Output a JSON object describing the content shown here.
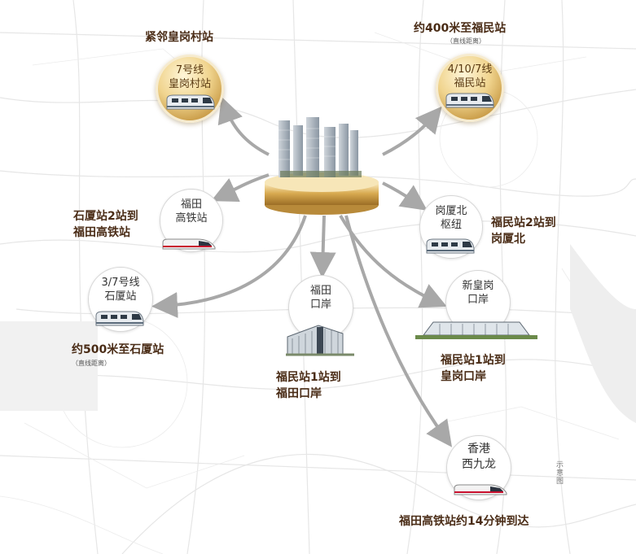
{
  "center": {
    "label": ""
  },
  "nodes": {
    "huanggangcun": {
      "line1": "7号线",
      "line2": "皇岗村站",
      "caption": "紧邻皇岗村站"
    },
    "fumin": {
      "line1": "4/10/7线",
      "line2": "福民站",
      "caption": "约400米至福民站",
      "note": "（直线距离）"
    },
    "futian_hsr": {
      "line1": "福田",
      "line2": "高铁站",
      "caption1": "石厦站2站到",
      "caption2": "福田高铁站"
    },
    "gangxiabei": {
      "line1": "岗厦北",
      "line2": "枢纽",
      "caption1": "福民站2站到",
      "caption2": "岗厦北"
    },
    "shixia": {
      "line1": "3/7号线",
      "line2": "石厦站",
      "caption": "约500米至石厦站",
      "note": "（直线距离）"
    },
    "futian_port": {
      "line1": "福田",
      "line2": "口岸",
      "caption1": "福民站1站到",
      "caption2": "福田口岸"
    },
    "xinhuanggang": {
      "line1": "新皇岗",
      "line2": "口岸",
      "caption1": "福民站1站到",
      "caption2": "皇岗口岸"
    },
    "westkowloon": {
      "line1": "香港",
      "line2": "西九龙",
      "caption": "福田高铁站约14分钟到达"
    }
  },
  "note_vertical": "示意图",
  "colors": {
    "arrow": "#a8a8a8",
    "caption": "#4a2c16",
    "gold": "#d4a94f",
    "map_line": "#e3e3e3"
  }
}
